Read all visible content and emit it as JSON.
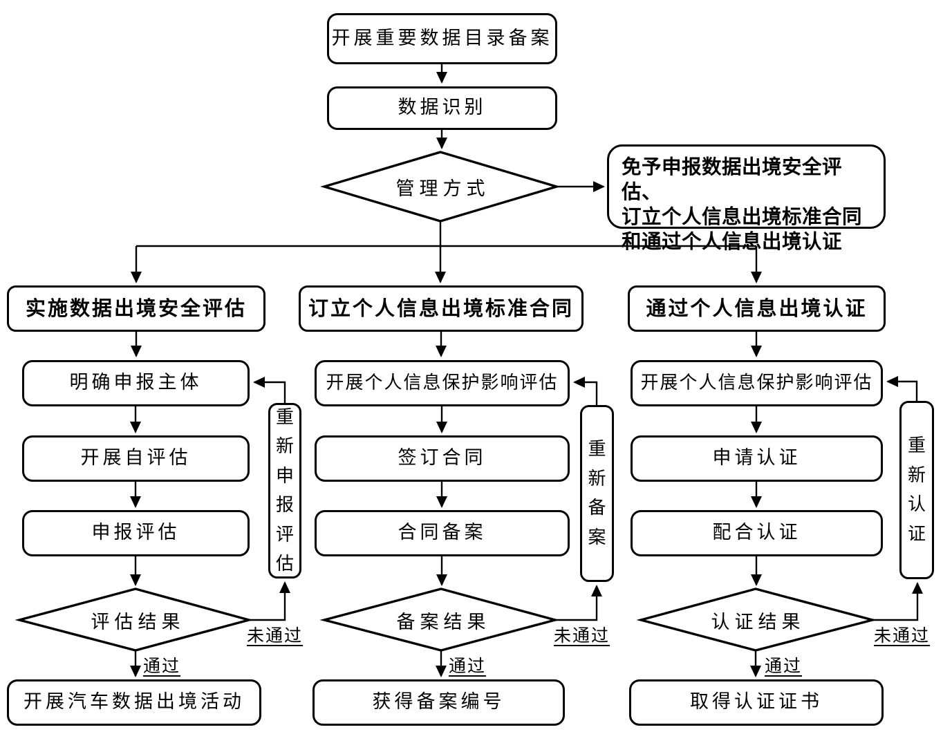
{
  "flow": {
    "start": "开展重要数据目录备案",
    "identify": "数据识别",
    "decision": "管理方式",
    "exemption": {
      "line1": "免予申报数据出境安全评估、",
      "line2": "订立个人信息出境标准合同",
      "line3": "和通过个人信息出境认证"
    }
  },
  "columns": [
    {
      "header": "实施数据出境安全评估",
      "step1": "明确申报主体",
      "step2": "开展自评估",
      "step3": "申报评估",
      "decision": "评估结果",
      "pass": "通过",
      "fail": "未通过",
      "retry": "重新申报评估",
      "outcome": "开展汽车数据出境活动"
    },
    {
      "header": "订立个人信息出境标准合同",
      "step1": "开展个人信息保护影响评估",
      "step2": "签订合同",
      "step3": "合同备案",
      "decision": "备案结果",
      "pass": "通过",
      "fail": "未通过",
      "retry": "重新备案",
      "outcome": "获得备案编号"
    },
    {
      "header": "通过个人信息出境认证",
      "step1": "开展个人信息保护影响评估",
      "step2": "申请认证",
      "step3": "配合认证",
      "decision": "认证结果",
      "pass": "通过",
      "fail": "未通过",
      "retry": "重新认证",
      "outcome": "取得认证证书"
    }
  ],
  "colors": {
    "stroke": "#000000",
    "background": "#ffffff",
    "text": "#000000"
  }
}
